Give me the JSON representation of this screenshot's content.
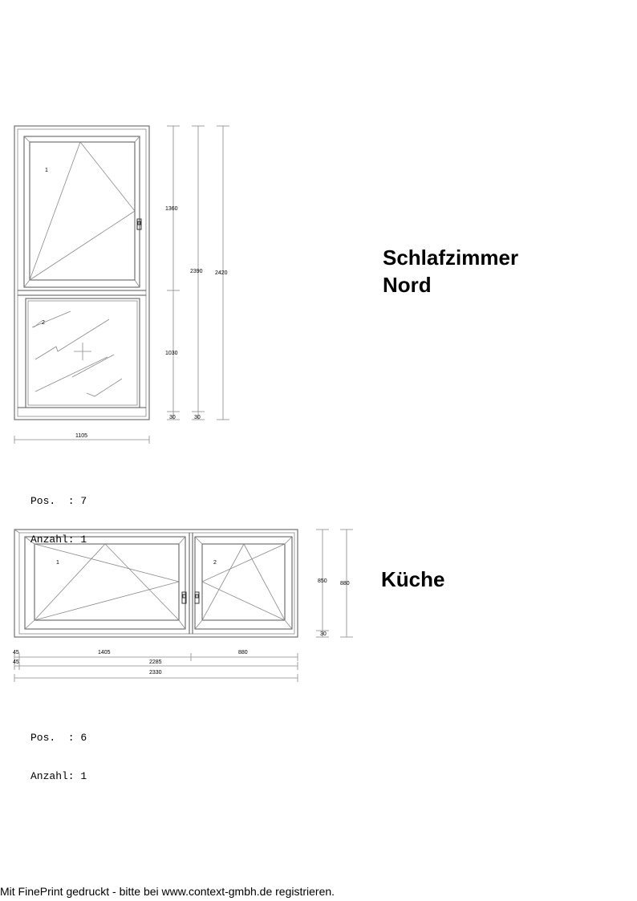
{
  "window1": {
    "room_line1": "Schlafzimmer",
    "room_line2": "Nord",
    "pos_line": "Pos.  : 7",
    "count_line": "Anzahl: 1",
    "sash_upper": "1",
    "sash_lower": "2",
    "dims": {
      "upper_height": "1360",
      "lower_height": "1030",
      "inner_height": "2390",
      "total_height": "2420",
      "bottom_a": "30",
      "bottom_b": "30",
      "width": "1105"
    }
  },
  "window2": {
    "room": "Küche",
    "pos_line": "Pos.  : 6",
    "count_line": "Anzahl: 1",
    "sash_left": "1",
    "sash_right": "2",
    "dims": {
      "height_inner": "850",
      "height_total": "880",
      "bottom": "30",
      "offset_top": "45",
      "offset_bottom": "45",
      "left_width": "1405",
      "right_width": "880",
      "inner_width": "2285",
      "total_width": "2330"
    }
  },
  "footer": "Mit FinePrint gedruckt - bitte bei www.context-gmbh.de registrieren."
}
